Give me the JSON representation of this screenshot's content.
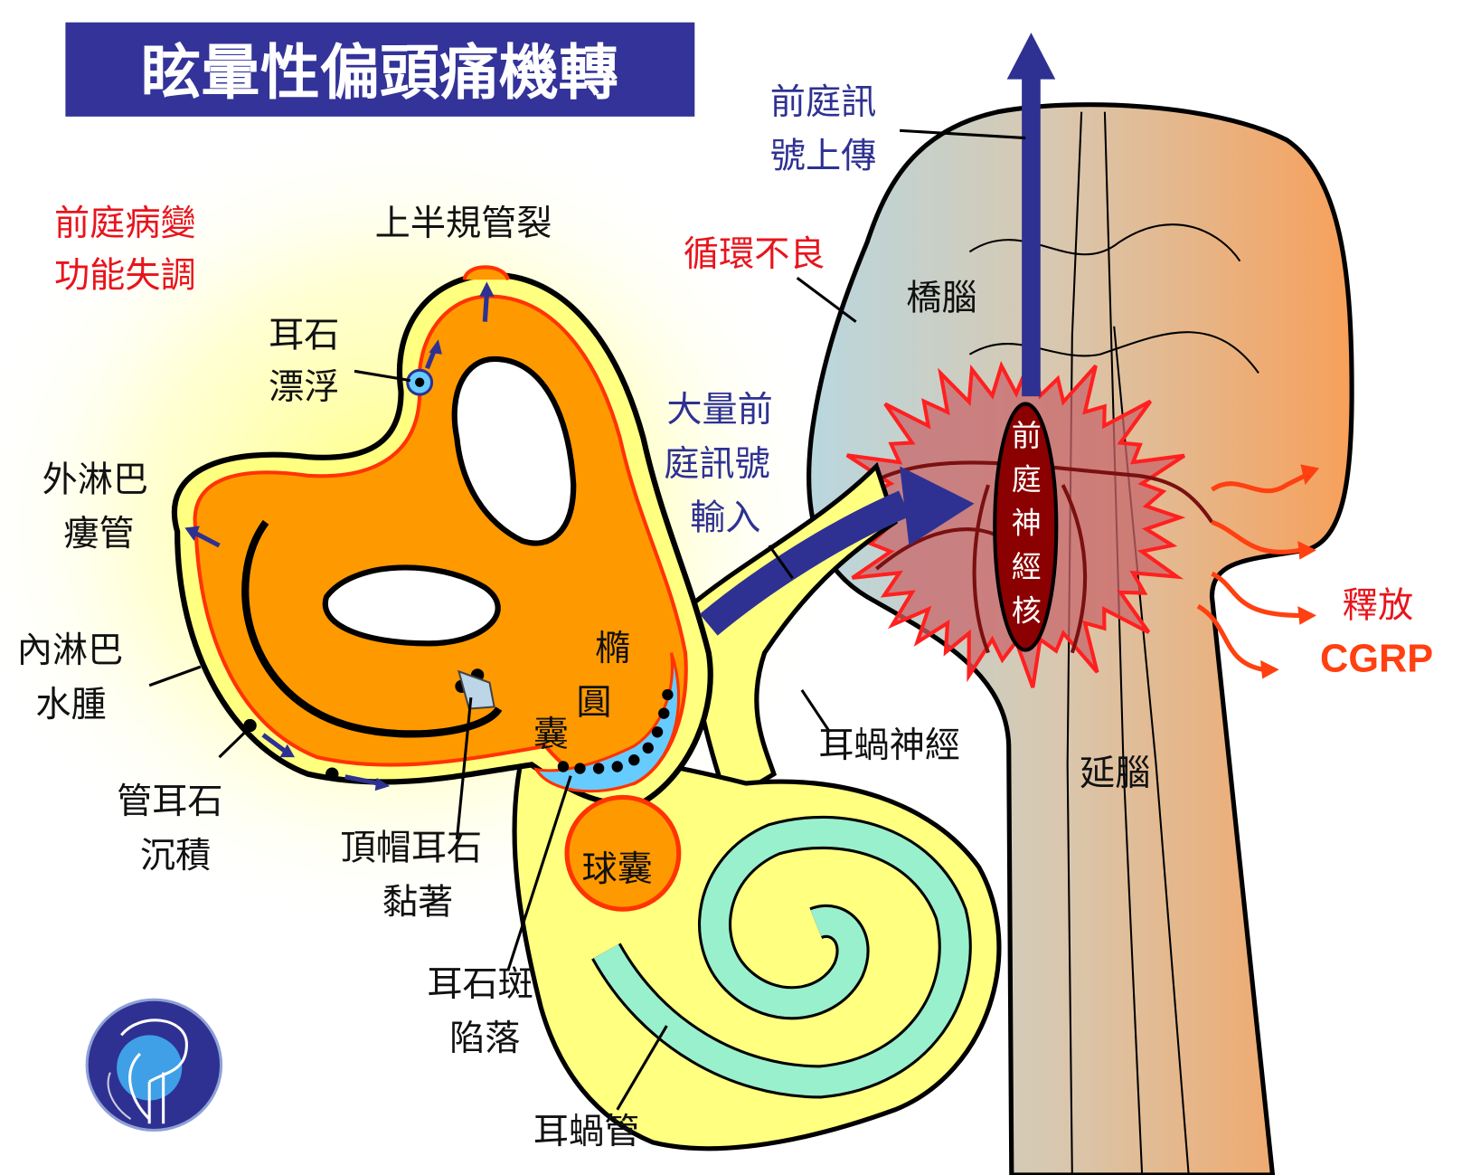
{
  "title": "眩暈性偏頭痛機轉",
  "labels": {
    "vestibular_lesion": [
      "前庭病變",
      "功能失調"
    ],
    "superior_canal_dehiscence": "上半規管裂",
    "floating_otolith": [
      "耳石",
      "漂浮"
    ],
    "perilymph_fistula": [
      "外淋巴",
      "瘻管"
    ],
    "endolymphatic_hydrops": [
      "內淋巴",
      "水腫"
    ],
    "canalolithiasis": [
      "管耳石",
      "沉積"
    ],
    "cupulolithiasis": [
      "頂帽耳石",
      "黏著"
    ],
    "macula_collapse": [
      "耳石斑",
      "陷落"
    ],
    "cochlear_duct": "耳蝸管",
    "saccule": "球囊",
    "utricle": [
      "橢",
      "圓",
      "囊"
    ],
    "cochlear_nerve": "耳蝸神經",
    "medulla": "延腦",
    "pons": "橋腦",
    "poor_circulation": "循環不良",
    "massive_input": [
      "大量前",
      "庭訊號",
      "輸入"
    ],
    "signal_upward": [
      "前庭訊",
      "號上傳"
    ],
    "vestibular_nucleus": [
      "前",
      "庭",
      "神",
      "經",
      "核"
    ],
    "release": "釋放",
    "cgrp": "CGRP"
  },
  "colors": {
    "title_bg": "#333399",
    "arrow_blue": "#2e3192",
    "accent_red": "#e8141c",
    "orange": "#ff9900",
    "yellow": "#ffff80",
    "teal": "#99f0cc",
    "light_blue": "#66ccff",
    "nucleus": "#8b0000"
  }
}
